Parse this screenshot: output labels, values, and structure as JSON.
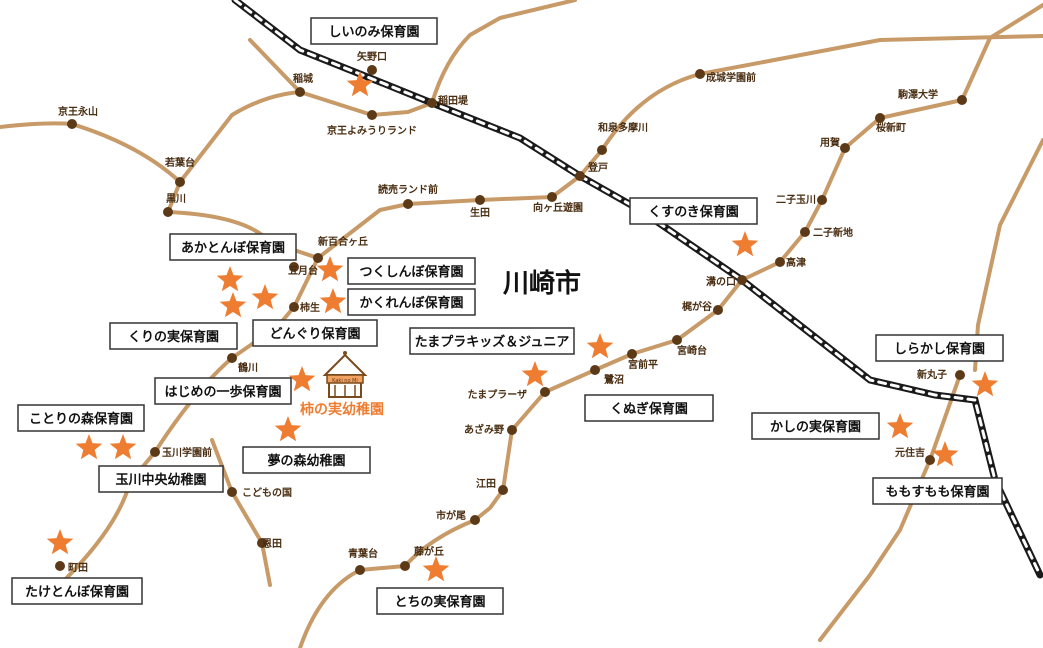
{
  "city_name": "川崎市",
  "featured_school": "柿の実幼稚園",
  "school_logo_text": "Kaki no Mi",
  "colors": {
    "line": "#c79a68",
    "rail_border": "#1a1a1a",
    "rail_dash": "#ffffff",
    "station": "#5c3a17",
    "star": "#ee7d32",
    "box_border": "#333333",
    "accent": "#ee7d32"
  },
  "stations": {
    "yanoguchi": "矢野口",
    "inagi": "稲城",
    "inadazutsumi": "稲田堤",
    "yomiuriland": "京王よみうりランド",
    "keionagayama": "京王永山",
    "wakabadai": "若葉台",
    "kurokawa": "黒川",
    "yomiurilandmae": "読売ランド前",
    "ikuta": "生田",
    "mukougaoka": "向ヶ丘遊園",
    "noborito": "登戸",
    "izumitamagawa": "和泉多摩川",
    "seijo": "成城学園前",
    "komadai": "駒澤大学",
    "sakurashinmachi": "桜新町",
    "yoga": "用賀",
    "futakotamagawa": "二子玉川",
    "futakoshinchi": "二子新地",
    "takatsu": "高津",
    "mizonokuchi": "溝の口",
    "kajigaya": "梶が谷",
    "miyazakidai": "宮崎台",
    "miyamaedaira": "宮前平",
    "saginuma": "鷺沼",
    "tamaplaza": "たまプラーザ",
    "azamino": "あざみ野",
    "eda": "江田",
    "ichigao": "市が尾",
    "fujigaoka": "藤が丘",
    "aobadai": "青葉台",
    "shinyurigaoka": "新百合ヶ丘",
    "satsukidai": "五月台",
    "kakio": "柿生",
    "tsurukawa": "鶴川",
    "tamagawagakuen": "玉川学園前",
    "kodomonokuni": "こどもの国",
    "onda": "恩田",
    "machida": "町田",
    "shinmaruko": "新丸子",
    "motosumiyoshi": "元住吉"
  },
  "nurseries": {
    "shiinomi": "しいのみ保育園",
    "kusunoki": "くすのき保育園",
    "akatonbo": "あかとんぼ保育園",
    "tsukushinbo": "つくしんぼ保育園",
    "kakurenbo": "かくれんぼ保育園",
    "donguri": "どんぐり保育園",
    "kurinomi": "くりの実保育園",
    "hajimeno": "はじめの一歩保育園",
    "kotori": "ことりの森保育園",
    "tamagawachuo": "玉川中央幼稚園",
    "yumenomori": "夢の森幼稚園",
    "tamapla_kids": "たまプラキッズ＆ジュニア",
    "kunugi": "くぬぎ保育園",
    "takatonbo": "たけとんぼ保育園",
    "tochinomi": "とちの実保育園",
    "shirakashi": "しらかし保育園",
    "kashinomi": "かしの実保育園",
    "momosumomo": "ももすもも保育園"
  }
}
